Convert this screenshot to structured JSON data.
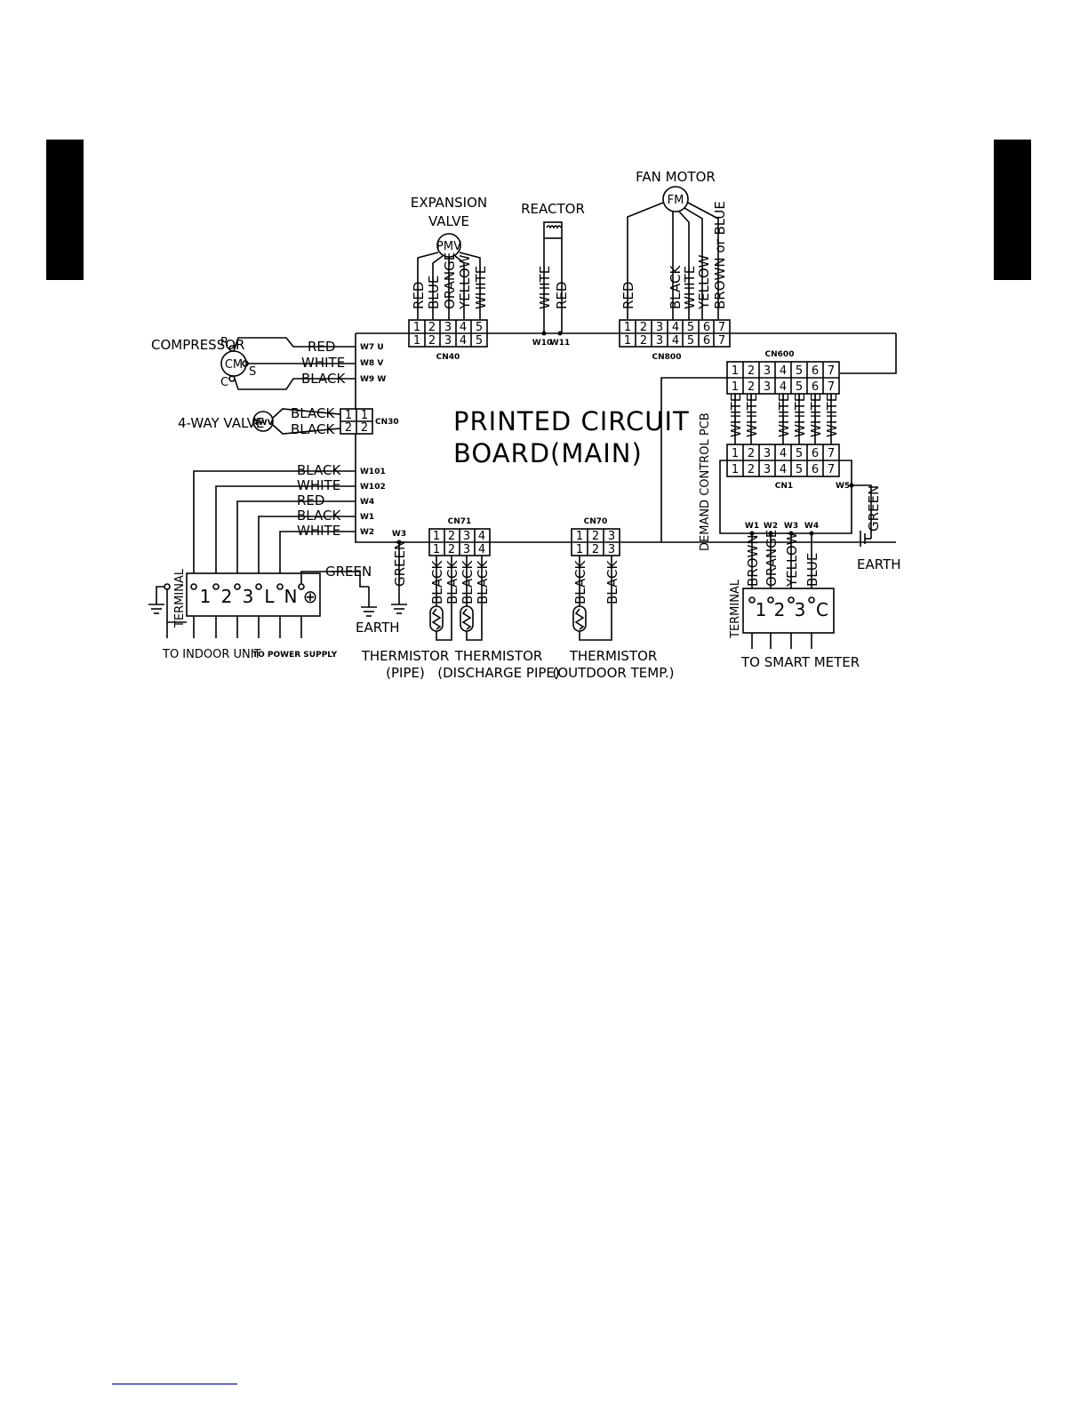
{
  "colors": {
    "ink": "#000000",
    "paper": "#ffffff",
    "footer_link": "#2a3fbf"
  },
  "board": {
    "title_line1": "PRINTED CIRCUIT",
    "title_line2": "BOARD(MAIN)"
  },
  "pmv": {
    "title1": "EXPANSION",
    "title2": "VALVE",
    "symbol": "PMV",
    "wires": [
      "RED",
      "BLUE",
      "ORANGE",
      "YELLOW",
      "WHITE"
    ],
    "pins": [
      "1",
      "2",
      "3",
      "4",
      "5"
    ],
    "connector": "CN40"
  },
  "reactor": {
    "title": "REACTOR",
    "wires": [
      "WHITE",
      "RED"
    ],
    "terms": [
      "W10",
      "W11"
    ]
  },
  "fan": {
    "title": "FAN MOTOR",
    "symbol": "FM",
    "wires": [
      "RED",
      "BLACK",
      "WHITE",
      "YELLOW",
      "BROWN or BLUE"
    ],
    "pins": [
      "1",
      "2",
      "3",
      "4",
      "5",
      "6",
      "7"
    ],
    "connector": "CN800"
  },
  "compressor": {
    "title": "COMPRESSOR",
    "symbol": "CM",
    "r": "R",
    "s": "S",
    "c": "C",
    "wires": [
      "RED",
      "WHITE",
      "BLACK"
    ],
    "terms": [
      "W7 U",
      "W8 V",
      "W9 W"
    ]
  },
  "valve4": {
    "title": "4-WAY VALVE",
    "symbol": "4WV",
    "wires": [
      "BLACK",
      "BLACK"
    ],
    "pins": [
      "1",
      "2"
    ],
    "connector": "CN30"
  },
  "supply": {
    "wires": [
      "BLACK",
      "WHITE",
      "RED",
      "BLACK",
      "WHITE"
    ],
    "terms": [
      "W101",
      "W102",
      "W4",
      "W1",
      "W2"
    ],
    "terminal_label": "TERMINAL",
    "terminal_pins": [
      "1",
      "2",
      "3",
      "L",
      "N",
      "⊕"
    ],
    "green": "GREEN",
    "earth": "EARTH",
    "to_indoor": "TO INDOOR UNIT",
    "to_power": "TO POWER SUPPLY"
  },
  "cn71": {
    "connector": "CN71",
    "term": "W3",
    "green": "GREEN",
    "earth": "EARTH",
    "pins": [
      "1",
      "2",
      "3",
      "4"
    ],
    "wires": [
      "BLACK",
      "BLACK",
      "BLACK",
      "BLACK"
    ],
    "th1_line1": "THERMISTOR",
    "th1_line2": "(PIPE)",
    "th2_line1": "THERMISTOR",
    "th2_line2": "(DISCHARGE PIPE)"
  },
  "cn70": {
    "connector": "CN70",
    "pins": [
      "1",
      "2",
      "3"
    ],
    "wires": [
      "BLACK",
      "BLACK"
    ],
    "th_line1": "THERMISTOR",
    "th_line2": "(OUTDOOR TEMP.)"
  },
  "demand": {
    "cn600": "CN600",
    "cn1": "CN1",
    "pins": [
      "1",
      "2",
      "3",
      "4",
      "5",
      "6",
      "7"
    ],
    "whites": [
      "WHITE",
      "WHITE",
      "WHITE",
      "WHITE",
      "WHITE",
      "WHITE"
    ],
    "pcb_label": "DEMAND CONTROL PCB",
    "terms": [
      "W1",
      "W2",
      "W3",
      "W4"
    ],
    "w5": "W5",
    "green": "GREEN",
    "earth": "EARTH",
    "meter_wires": [
      "BROWN",
      "ORANGE",
      "YELLOW",
      "BLUE"
    ],
    "terminal_label": "TERMINAL",
    "terminal_pins": [
      "1",
      "2",
      "3",
      "C"
    ],
    "to_meter": "TO SMART METER"
  }
}
